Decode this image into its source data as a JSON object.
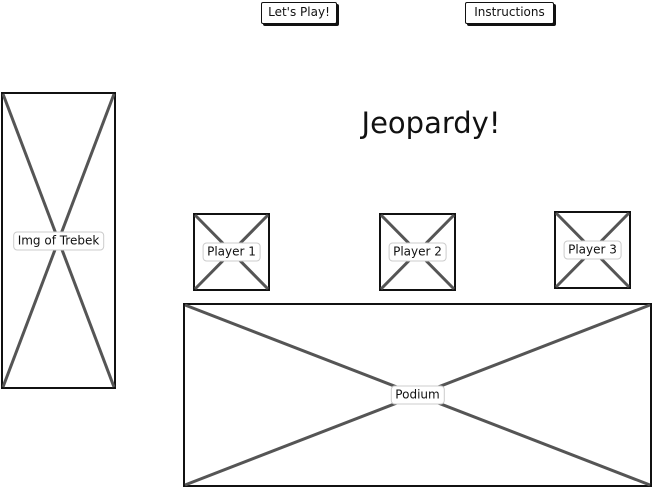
{
  "nav": {
    "play_label": "Let's Play!",
    "instructions_label": "Instructions"
  },
  "title": "Jeopardy!",
  "placeholders": {
    "trebek": "Img of Trebek",
    "player1": "Player 1",
    "player2": "Player 2",
    "player3": "Player 3",
    "podium": "Podium"
  }
}
